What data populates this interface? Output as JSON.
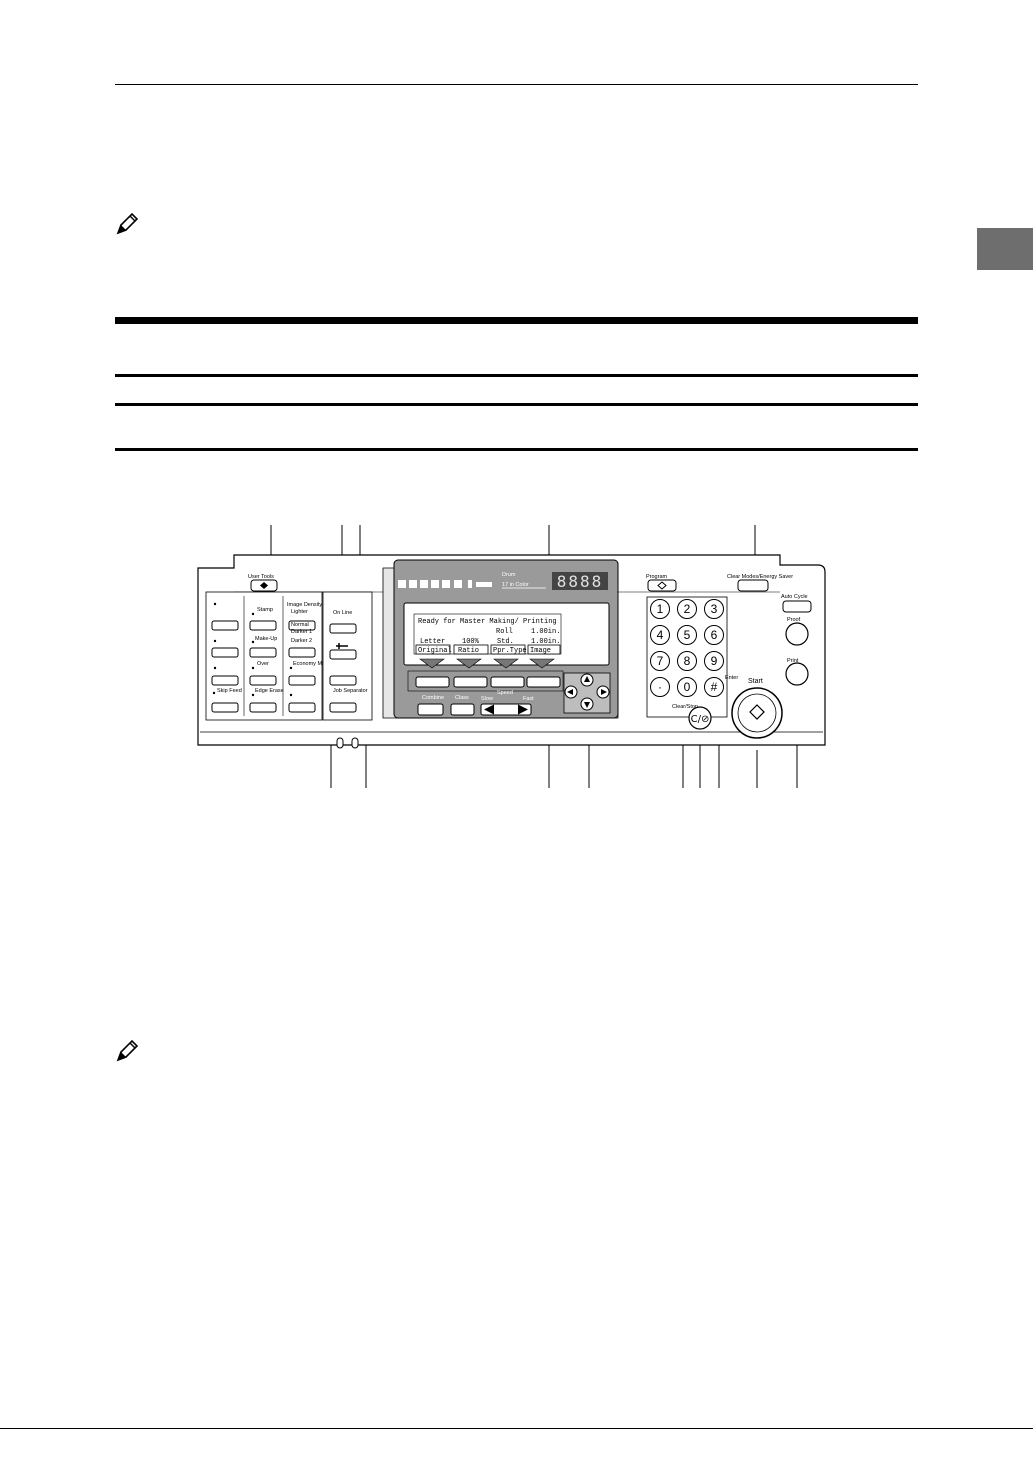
{
  "panel": {
    "buttons": {
      "user_tools": "User Tools",
      "stamp": "Stamp",
      "make_up": "Make-Up",
      "over": "Over",
      "skip_feed": "Skip Feed",
      "edge_erase": "Edge Erase",
      "image_density": "Image Density",
      "lighter": "Lighter",
      "normal": "Normal",
      "darker1": "Darker 1",
      "darker2": "Darker 2",
      "economy_mode": "Economy Mode",
      "on_line": "On Line",
      "job_separator": "Job Separator",
      "program": "Program",
      "clear_modes": "Clear Modes/Energy Saver",
      "auto_cycle": "Auto Cycle",
      "proof": "Proof",
      "print": "Print",
      "start": "Start",
      "clear_stop": "Clear/Stop",
      "enter": "Enter",
      "combine": "Combine",
      "class": "Class",
      "speed": "Speed",
      "slow": "Slow",
      "fast": "Fast"
    },
    "drum": {
      "label": "Drum",
      "value": "17 in Color"
    },
    "counter": "8888",
    "lcd": {
      "line1": "Ready for Master Making/ Printing",
      "paper_info": "Roll",
      "size_a": "1.00in.",
      "line3_a": "Letter",
      "line3_b": "100%",
      "line3_c": "Std.",
      "size_b": "1.00in.",
      "tabs": [
        "Original",
        "Ratio",
        "Ppr.Type",
        "Image"
      ]
    },
    "keypad": [
      "1",
      "2",
      "3",
      "4",
      "5",
      "6",
      "7",
      "8",
      "9",
      "·",
      "0",
      "#"
    ],
    "clear_key": "C/⊘"
  }
}
